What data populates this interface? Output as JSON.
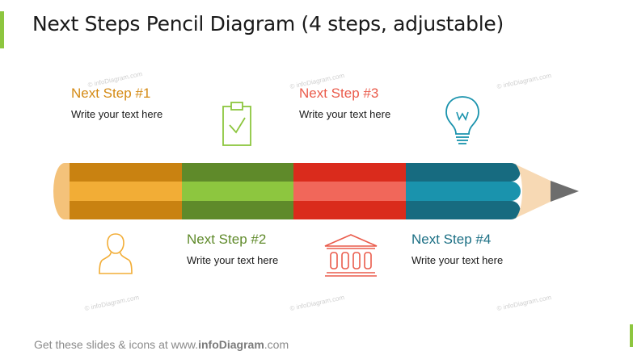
{
  "title": "Next Steps Pencil Diagram (4 steps, adjustable)",
  "steps": [
    {
      "title": "Next Step #1",
      "text": "Write your text here",
      "color": "#d48a14",
      "icon": "person-icon"
    },
    {
      "title": "Next Step #2",
      "text": "Write your text here",
      "color": "#5f8a2a",
      "icon": "clipboard-check-icon"
    },
    {
      "title": "Next Step #3",
      "text": "Write your text here",
      "color": "#ea5b4b",
      "icon": "bank-building-icon"
    },
    {
      "title": "Next Step #4",
      "text": "Write your text here",
      "color": "#1b6f84",
      "icon": "lightbulb-icon"
    }
  ],
  "watermark": "© infoDiagram.com",
  "footer": {
    "prefix": "Get these slides & icons at www.",
    "brand": "infoDiagram",
    "suffix": ".com"
  },
  "colors": {
    "accent": "#8dc63f",
    "eraser": "#f4c27a",
    "wood": "#f7d9b4",
    "lead": "#6d6d6d"
  }
}
